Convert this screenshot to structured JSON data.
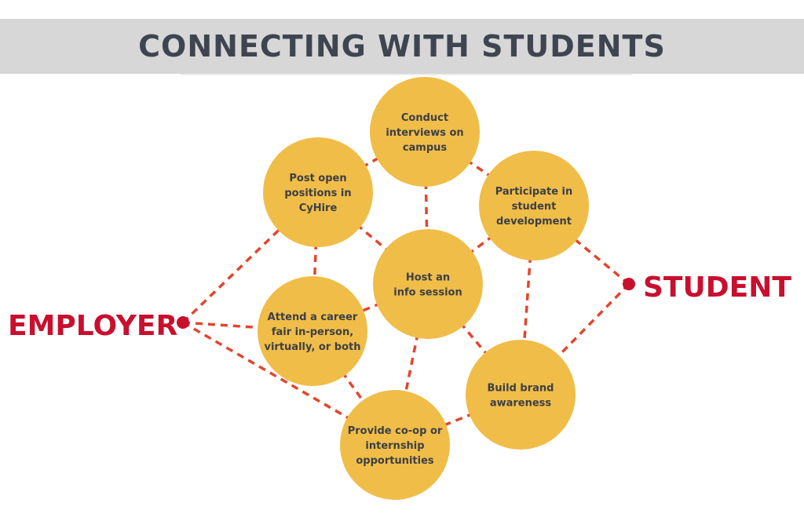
{
  "header": {
    "title": "CONNECTING WITH STUDENTS"
  },
  "colors": {
    "node_fill": "#f0bd48",
    "connector": "#e3452c",
    "endpoint": "#c8102e",
    "title_bar": "#d7d7d7",
    "title_text": "#3f4550"
  },
  "diagram": {
    "endpoints": [
      {
        "id": "employer",
        "label": "EMPLOYER"
      },
      {
        "id": "student",
        "label": "STUDENT"
      }
    ],
    "nodes": [
      {
        "id": "interviews",
        "lines": [
          "Conduct",
          "interviews on",
          "campus"
        ]
      },
      {
        "id": "cyhire",
        "lines": [
          "Post open",
          "positions in",
          "CyHire"
        ]
      },
      {
        "id": "development",
        "lines": [
          "Participate in",
          "student",
          "development"
        ]
      },
      {
        "id": "info",
        "lines": [
          "Host an",
          "info session"
        ]
      },
      {
        "id": "fair",
        "lines": [
          "Attend a career",
          "fair in-person,",
          "virtually, or both"
        ]
      },
      {
        "id": "brand",
        "lines": [
          "Build brand",
          "awareness"
        ]
      },
      {
        "id": "coop",
        "lines": [
          "Provide co-op or",
          "internship",
          "opportunities"
        ]
      }
    ]
  }
}
